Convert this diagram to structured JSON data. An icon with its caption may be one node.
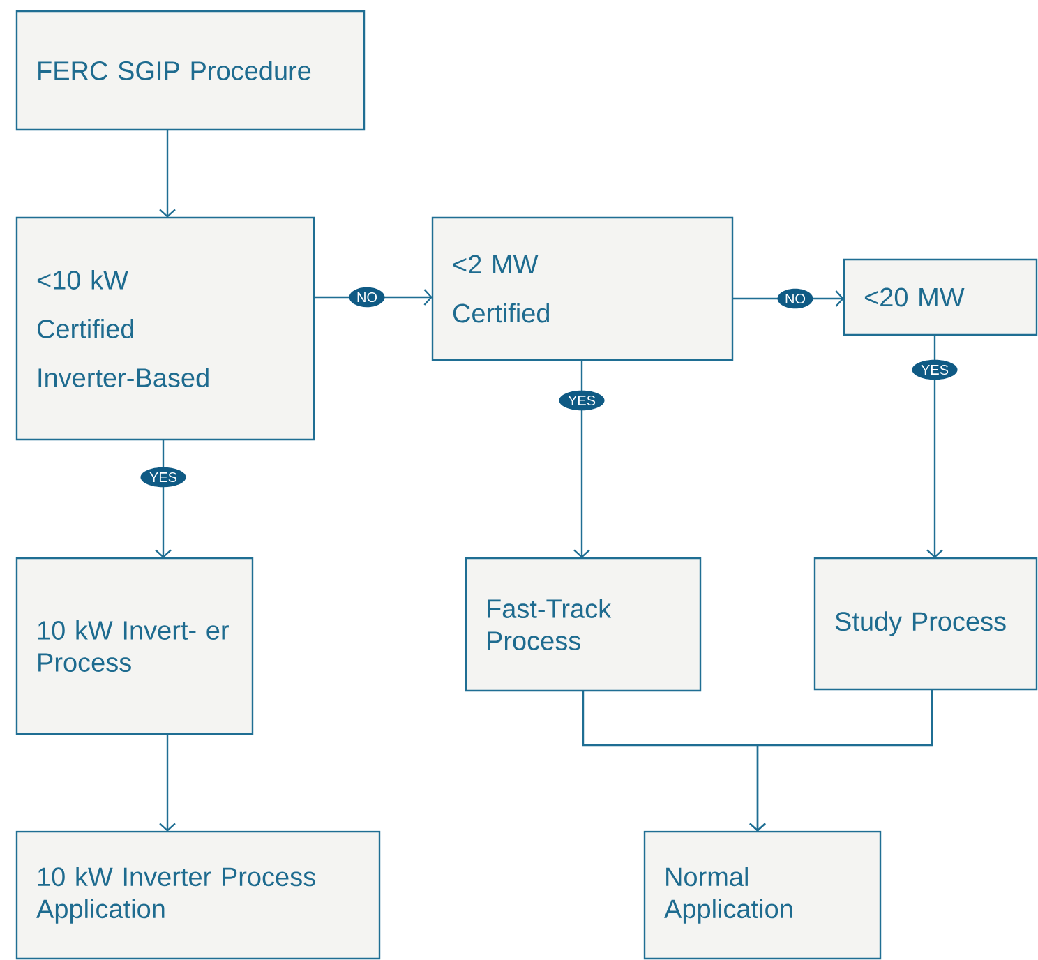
{
  "diagram": {
    "nodes": [
      {
        "text": [
          "FERC SGIP Procedure"
        ]
      },
      {
        "text": [
          "<10 kW",
          "Certified",
          "Inverter-Based"
        ]
      },
      {
        "text": [
          "<2 MW",
          "Certified"
        ]
      },
      {
        "text": [
          "<20 MW"
        ]
      },
      {
        "text": [
          "10 kW Invert- er Process"
        ]
      },
      {
        "text": [
          "Fast-Track Process"
        ]
      },
      {
        "text": [
          "Study Process"
        ]
      },
      {
        "text": [
          "10 kW Inverter Process Application"
        ]
      },
      {
        "text": [
          "Normal Application"
        ]
      }
    ],
    "edges": [
      {
        "from": 0,
        "to": 1,
        "arrow": "to"
      },
      {
        "from": 1,
        "to": 2,
        "arrow": "to",
        "label": "NO"
      },
      {
        "from": 2,
        "to": 3,
        "arrow": "to",
        "label": "NO"
      },
      {
        "from": 1,
        "to": 4,
        "arrow": "to",
        "label": "YES"
      },
      {
        "from": 2,
        "to": 5,
        "arrow": "to",
        "label": "YES"
      },
      {
        "from": 3,
        "to": 6,
        "arrow": "to",
        "label": "YES"
      },
      {
        "from": 4,
        "to": 7,
        "arrow": "to"
      },
      {
        "from": 5,
        "to": 8,
        "arrow": "to"
      },
      {
        "from": 6,
        "to": 8,
        "arrow": "to"
      }
    ]
  }
}
